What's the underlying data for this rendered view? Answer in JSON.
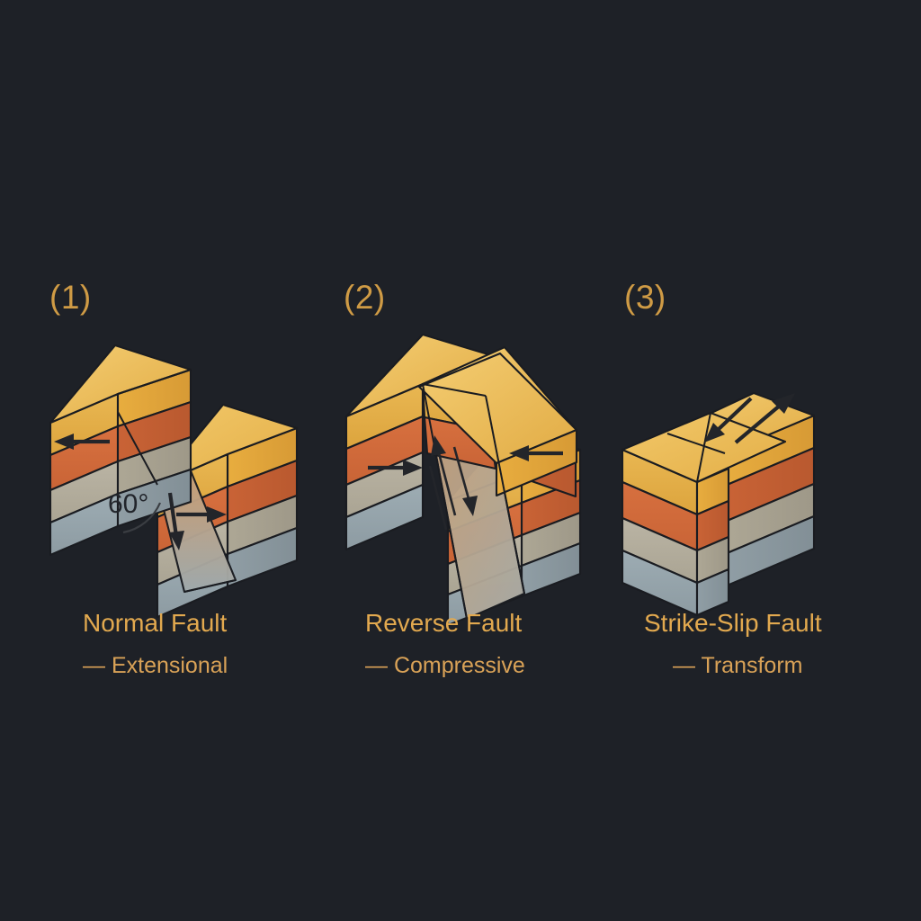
{
  "figure": {
    "background_color": "#1e2127",
    "title_present": false
  },
  "palette": {
    "index_color": "#cf9b45",
    "caption_color": "#e2a94f",
    "caption_sub_color": "#d9a257",
    "outline_color": "#1a1c21",
    "arrow_color": "#23252a",
    "background": "#1e2127"
  },
  "strata": [
    {
      "name": "top-soil-amber",
      "color": "#ecbb57",
      "side_color": "#e0a740",
      "label": "amber surface layer"
    },
    {
      "name": "sandstone-orange",
      "color": "#d9703f",
      "side_color": "#cb6336",
      "label": "orange layer"
    },
    {
      "name": "siltstone-tan",
      "color": "#b9b3a3",
      "side_color": "#a9a392",
      "label": "tan layer"
    },
    {
      "name": "basement-bluegray",
      "color": "#9cabb2",
      "side_color": "#8c9aa1",
      "label": "blue-gray basal layer"
    }
  ],
  "panels": [
    {
      "index": "(1)",
      "title": "Normal Fault",
      "subtitle": "— Extensional",
      "angle_label": "60°",
      "motion": "hanging wall drops down; blocks move apart",
      "arrows": [
        "left",
        "right",
        "down-dip"
      ]
    },
    {
      "index": "(2)",
      "title": "Reverse Fault",
      "subtitle": "— Compressive",
      "angle_label": "",
      "motion": "hanging wall thrust up over footwall; blocks converge",
      "arrows": [
        "right",
        "left",
        "up-dip"
      ]
    },
    {
      "index": "(3)",
      "title": "Strike-Slip Fault",
      "subtitle": "— Transform",
      "angle_label": "",
      "motion": "blocks slide horizontally past one another",
      "arrows": [
        "down-left",
        "up-right"
      ]
    }
  ]
}
